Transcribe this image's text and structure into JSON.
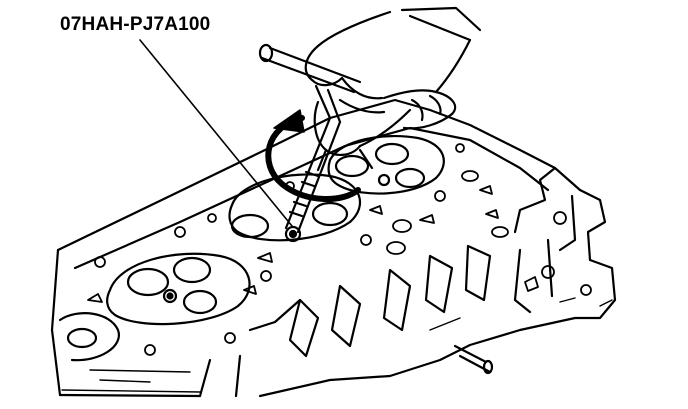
{
  "diagram": {
    "callout_label": "07HAH-PJ7A100",
    "ink_color": "#000000",
    "paper_color": "#ffffff",
    "components": [
      {
        "name": "cylinder-head",
        "icon": "engine-block-icon"
      },
      {
        "name": "hand",
        "icon": "hand-icon"
      },
      {
        "name": "tool-handle",
        "icon": "t-handle-icon"
      },
      {
        "name": "rotation-arrow",
        "icon": "rotate-arrow-icon"
      }
    ]
  }
}
